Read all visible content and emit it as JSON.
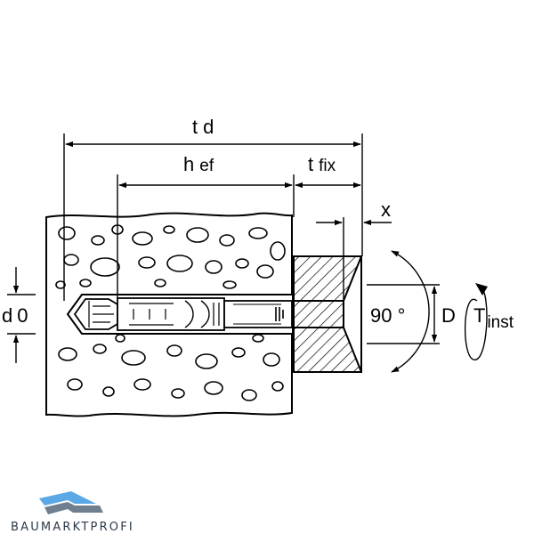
{
  "diagram": {
    "labels": {
      "td_main": "t",
      "td_sub": "d",
      "hef_main": "h",
      "hef_sub": "ef",
      "tfix_main": "t",
      "tfix_sub": "fix",
      "x": "x",
      "d0_main": "d",
      "d0_sub": "0",
      "angle": "90 °",
      "D": "D",
      "tinst_main": "T",
      "tinst_sub": "inst"
    }
  },
  "brand": {
    "logo_text": "BAUMARKTPROFI",
    "colors": {
      "roof_top": "#5aa9e6",
      "roof_bottom": "#6f7f8e",
      "text": "#2b3a4a"
    }
  },
  "colors": {
    "line": "#000000",
    "background": "#ffffff"
  }
}
